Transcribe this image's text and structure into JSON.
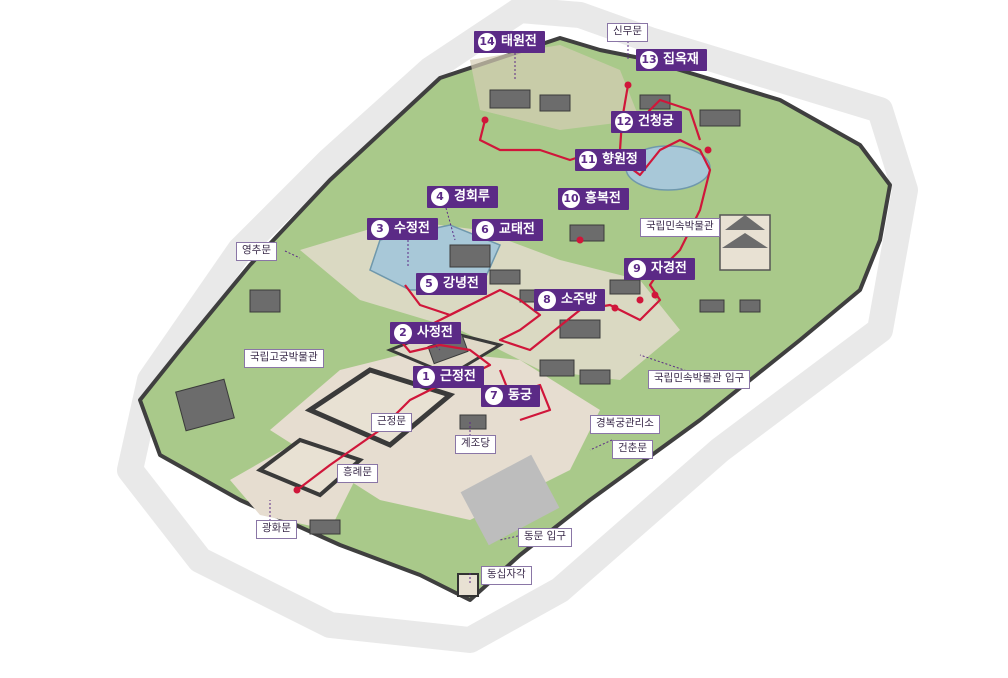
{
  "map": {
    "colors": {
      "route": "#d0163a",
      "label_bg": "#5b2a86",
      "grass": "#a9c98a",
      "path": "#e6ddd0",
      "wall": "#3f3f3f",
      "water": "#a8c8d8",
      "road": "#ececec"
    },
    "numbered_sites": [
      {
        "num": "1",
        "name": "근정전"
      },
      {
        "num": "2",
        "name": "사정전"
      },
      {
        "num": "3",
        "name": "수정전"
      },
      {
        "num": "4",
        "name": "경회루"
      },
      {
        "num": "5",
        "name": "강녕전"
      },
      {
        "num": "6",
        "name": "교태전"
      },
      {
        "num": "7",
        "name": "동궁"
      },
      {
        "num": "8",
        "name": "소주방"
      },
      {
        "num": "9",
        "name": "자경전"
      },
      {
        "num": "10",
        "name": "흥복전"
      },
      {
        "num": "11",
        "name": "향원정"
      },
      {
        "num": "12",
        "name": "건청궁"
      },
      {
        "num": "13",
        "name": "집옥재"
      },
      {
        "num": "14",
        "name": "태원전"
      }
    ],
    "place_labels": [
      {
        "name": "신무문"
      },
      {
        "name": "영추문"
      },
      {
        "name": "국립민속박물관"
      },
      {
        "name": "국립고궁박물관"
      },
      {
        "name": "국립민속박물관 입구"
      },
      {
        "name": "근정문"
      },
      {
        "name": "흥례문"
      },
      {
        "name": "광화문"
      },
      {
        "name": "계조당"
      },
      {
        "name": "경복궁관리소"
      },
      {
        "name": "건춘문"
      },
      {
        "name": "동문 입구"
      },
      {
        "name": "동십자각"
      }
    ]
  }
}
